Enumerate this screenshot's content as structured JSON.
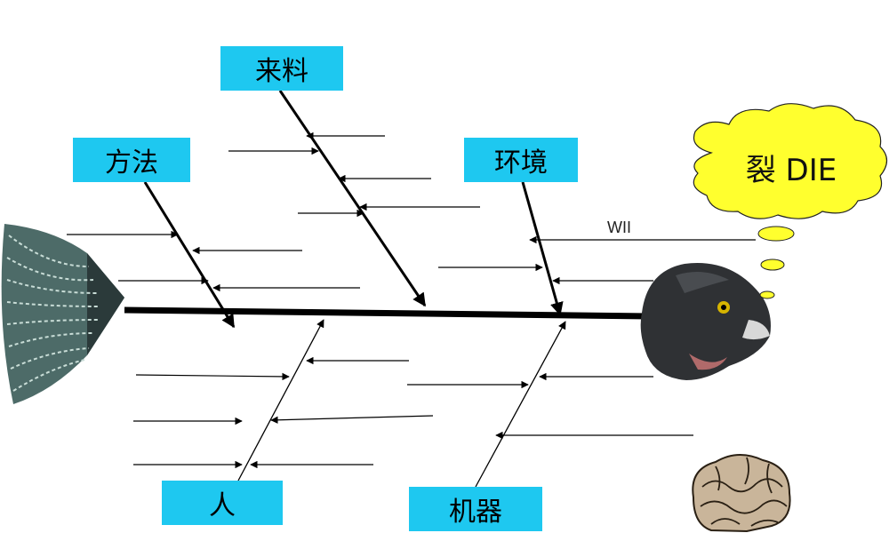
{
  "categories": {
    "material": "来料",
    "method": "方法",
    "environment": "环境",
    "man": "人",
    "machine": "机器"
  },
  "effect": "裂 DIE",
  "annotation": "WII",
  "colors": {
    "category_box": "#1ec8f0",
    "thought_bubble": "#ffff2e",
    "spine": "#000000",
    "fish": "#2a2c30"
  },
  "icons": [
    "fish-tail-icon",
    "fish-head-icon",
    "thought-bubble-icon",
    "brain-icon"
  ]
}
